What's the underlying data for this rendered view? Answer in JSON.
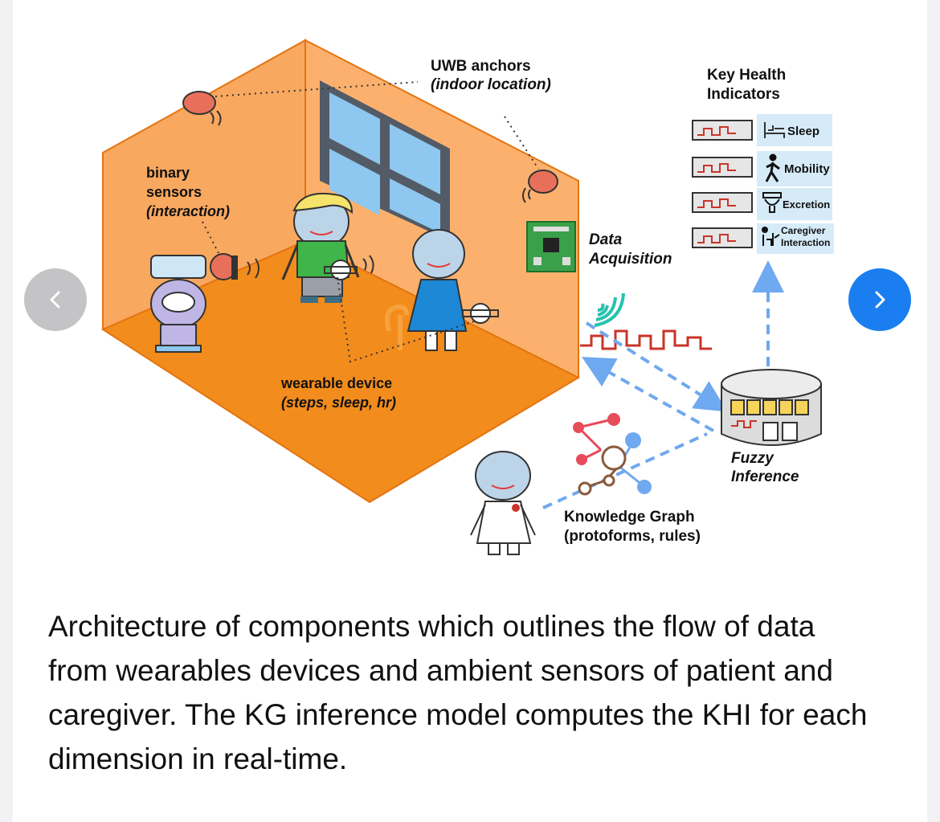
{
  "labels": {
    "uwb_title": "UWB anchors",
    "uwb_sub": "(indoor location)",
    "binary_1": "binary",
    "binary_2": "sensors",
    "binary_3": "(interaction)",
    "wearable_title": "wearable device",
    "wearable_sub": "(steps, sleep, hr)",
    "data_acq_1": "Data",
    "data_acq_2": "Acquisition",
    "khi_1": "Key Health",
    "khi_2": "Indicators",
    "fuzzy_1": "Fuzzy",
    "fuzzy_2": "Inference",
    "kg_title": "Knowledge Graph",
    "kg_sub": "(protoforms, rules)"
  },
  "indicators": [
    {
      "label": "Sleep",
      "icon": "bed-icon"
    },
    {
      "label": "Mobility",
      "icon": "walking-person-icon"
    },
    {
      "label": "Excretion",
      "icon": "toilet-icon"
    },
    {
      "label": "Caregiver",
      "label2": "Interaction",
      "icon": "caregiver-icon"
    }
  ],
  "caption": "Architecture of components which outlines the flow of data from wearables devices and ambient sensors of patient and caregiver. The KG inference model computes the KHI for each dimension in real-time.",
  "colors": {
    "room_wall": "#f9a860",
    "room_floor": "#f28c1c",
    "nav_active": "#1a7ef0",
    "nav_inactive": "#c4c4c6",
    "indicator_bg": "#d6ebf8",
    "flow_arrow": "#6fa9ef"
  }
}
